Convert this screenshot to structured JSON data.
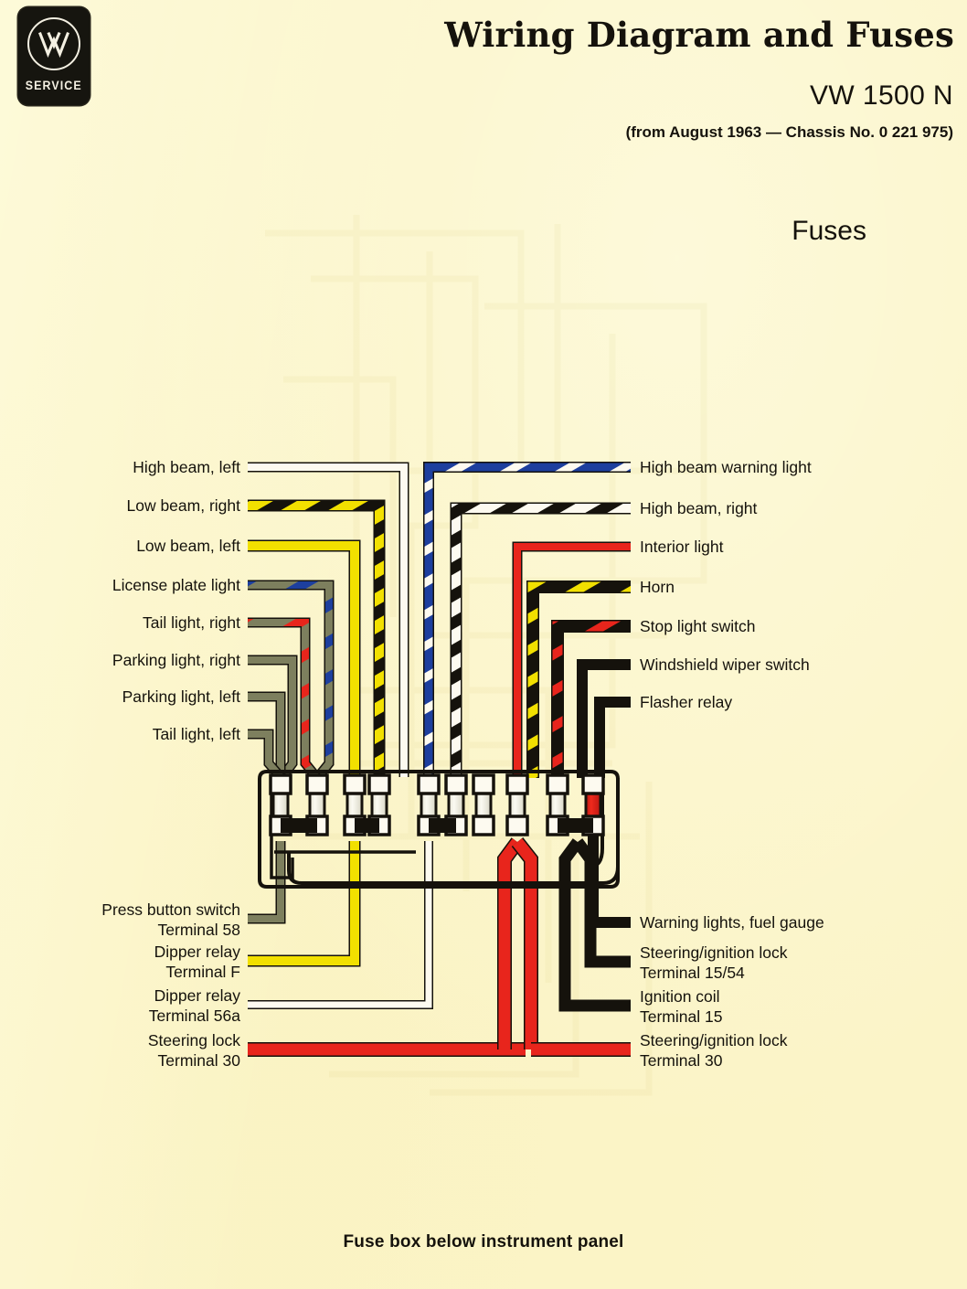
{
  "page": {
    "background_color": "#fbf4c8",
    "ink_color": "#15120c"
  },
  "header": {
    "badge": {
      "brand": "VW",
      "word": "SERVICE",
      "icon": "vw-logo-icon"
    },
    "title": "Wiring Diagram and Fuses",
    "model": "VW 1500 N",
    "subtitle": "(from August 1963 — Chassis No. 0 221 975)",
    "section_heading": "Fuses"
  },
  "footer": {
    "caption": "Fuse box below instrument panel"
  },
  "left_labels": [
    {
      "text": "High beam, left",
      "wire_color": "white"
    },
    {
      "text": "Low beam, right",
      "wire_color": "yellow-black"
    },
    {
      "text": "Low beam, left",
      "wire_color": "yellow"
    },
    {
      "text": "License plate light",
      "wire_color": "grey-blue"
    },
    {
      "text": "Tail light, right",
      "wire_color": "grey-red"
    },
    {
      "text": "Parking light, right",
      "wire_color": "grey"
    },
    {
      "text": "Parking light, left",
      "wire_color": "grey"
    },
    {
      "text": "Tail light, left",
      "wire_color": "grey"
    }
  ],
  "right_labels": [
    {
      "text": "High beam warning light",
      "wire_color": "blue-white"
    },
    {
      "text": "High beam, right",
      "wire_color": "white-black"
    },
    {
      "text": "Interior light",
      "wire_color": "red"
    },
    {
      "text": "Horn",
      "wire_color": "black-yellow"
    },
    {
      "text": "Stop light switch",
      "wire_color": "black-red"
    },
    {
      "text": "Windshield wiper switch",
      "wire_color": "black"
    },
    {
      "text": "Flasher relay",
      "wire_color": "black"
    }
  ],
  "bottom_left_labels": [
    {
      "line1": "Press button switch",
      "line2": "Terminal 58",
      "wire_color": "grey"
    },
    {
      "line1": "Dipper relay",
      "line2": "Terminal F",
      "wire_color": "yellow"
    },
    {
      "line1": "Dipper relay",
      "line2": "Terminal 56a",
      "wire_color": "white"
    },
    {
      "line1": "Steering lock",
      "line2": "Terminal 30",
      "wire_color": "red"
    }
  ],
  "bottom_right_labels": [
    {
      "line1": "Warning lights, fuel gauge",
      "line2": "",
      "wire_color": "black"
    },
    {
      "line1": "Steering/ignition lock",
      "line2": "Terminal 15/54",
      "wire_color": "black"
    },
    {
      "line1": "Ignition coil",
      "line2": "Terminal 15",
      "wire_color": "black"
    },
    {
      "line1": "Steering/ignition lock",
      "line2": "Terminal 30",
      "wire_color": "red"
    }
  ],
  "fuse_box": {
    "fuse_count": 10,
    "fuses": [
      {
        "index": 1,
        "element_color": "clear"
      },
      {
        "index": 2,
        "element_color": "clear"
      },
      {
        "index": 3,
        "element_color": "clear"
      },
      {
        "index": 4,
        "element_color": "clear"
      },
      {
        "index": 5,
        "element_color": "clear"
      },
      {
        "index": 6,
        "element_color": "clear"
      },
      {
        "index": 7,
        "element_color": "clear"
      },
      {
        "index": 8,
        "element_color": "clear"
      },
      {
        "index": 9,
        "element_color": "clear"
      },
      {
        "index": 10,
        "element_color": "red"
      }
    ],
    "bus_bar_pairs": [
      [
        1,
        2
      ],
      [
        3,
        4
      ],
      [
        5,
        6
      ],
      [
        9,
        10
      ]
    ]
  },
  "chart_data": {
    "type": "diagram",
    "title": "Wiring Diagram and Fuses — VW 1500 N",
    "subtitle": "Fuse box below instrument panel",
    "nodes": 10,
    "inputs": [
      "High beam, left",
      "Low beam, right",
      "Low beam, left",
      "License plate light",
      "Tail light, right",
      "Parking light, right",
      "Parking light, left",
      "Tail light, left",
      "Dipper relay Terminal F",
      "Dipper relay Terminal 56a",
      "Press button switch Terminal 58",
      "Steering lock Terminal 30"
    ],
    "outputs": [
      "High beam warning light",
      "High beam, right",
      "Interior light",
      "Horn",
      "Stop light switch",
      "Windshield wiper switch",
      "Flasher relay",
      "Warning lights, fuel gauge",
      "Steering/ignition lock Terminal 15/54",
      "Ignition coil Terminal 15",
      "Steering/ignition lock Terminal 30"
    ]
  },
  "colors": {
    "paper": "#fbf4c8",
    "yellow": "#f2e000",
    "red": "#e8251c",
    "blue": "#1d3f9e",
    "black": "#15120c",
    "grey": "#7d7f5e",
    "white_wire": "#fdfaf0"
  }
}
